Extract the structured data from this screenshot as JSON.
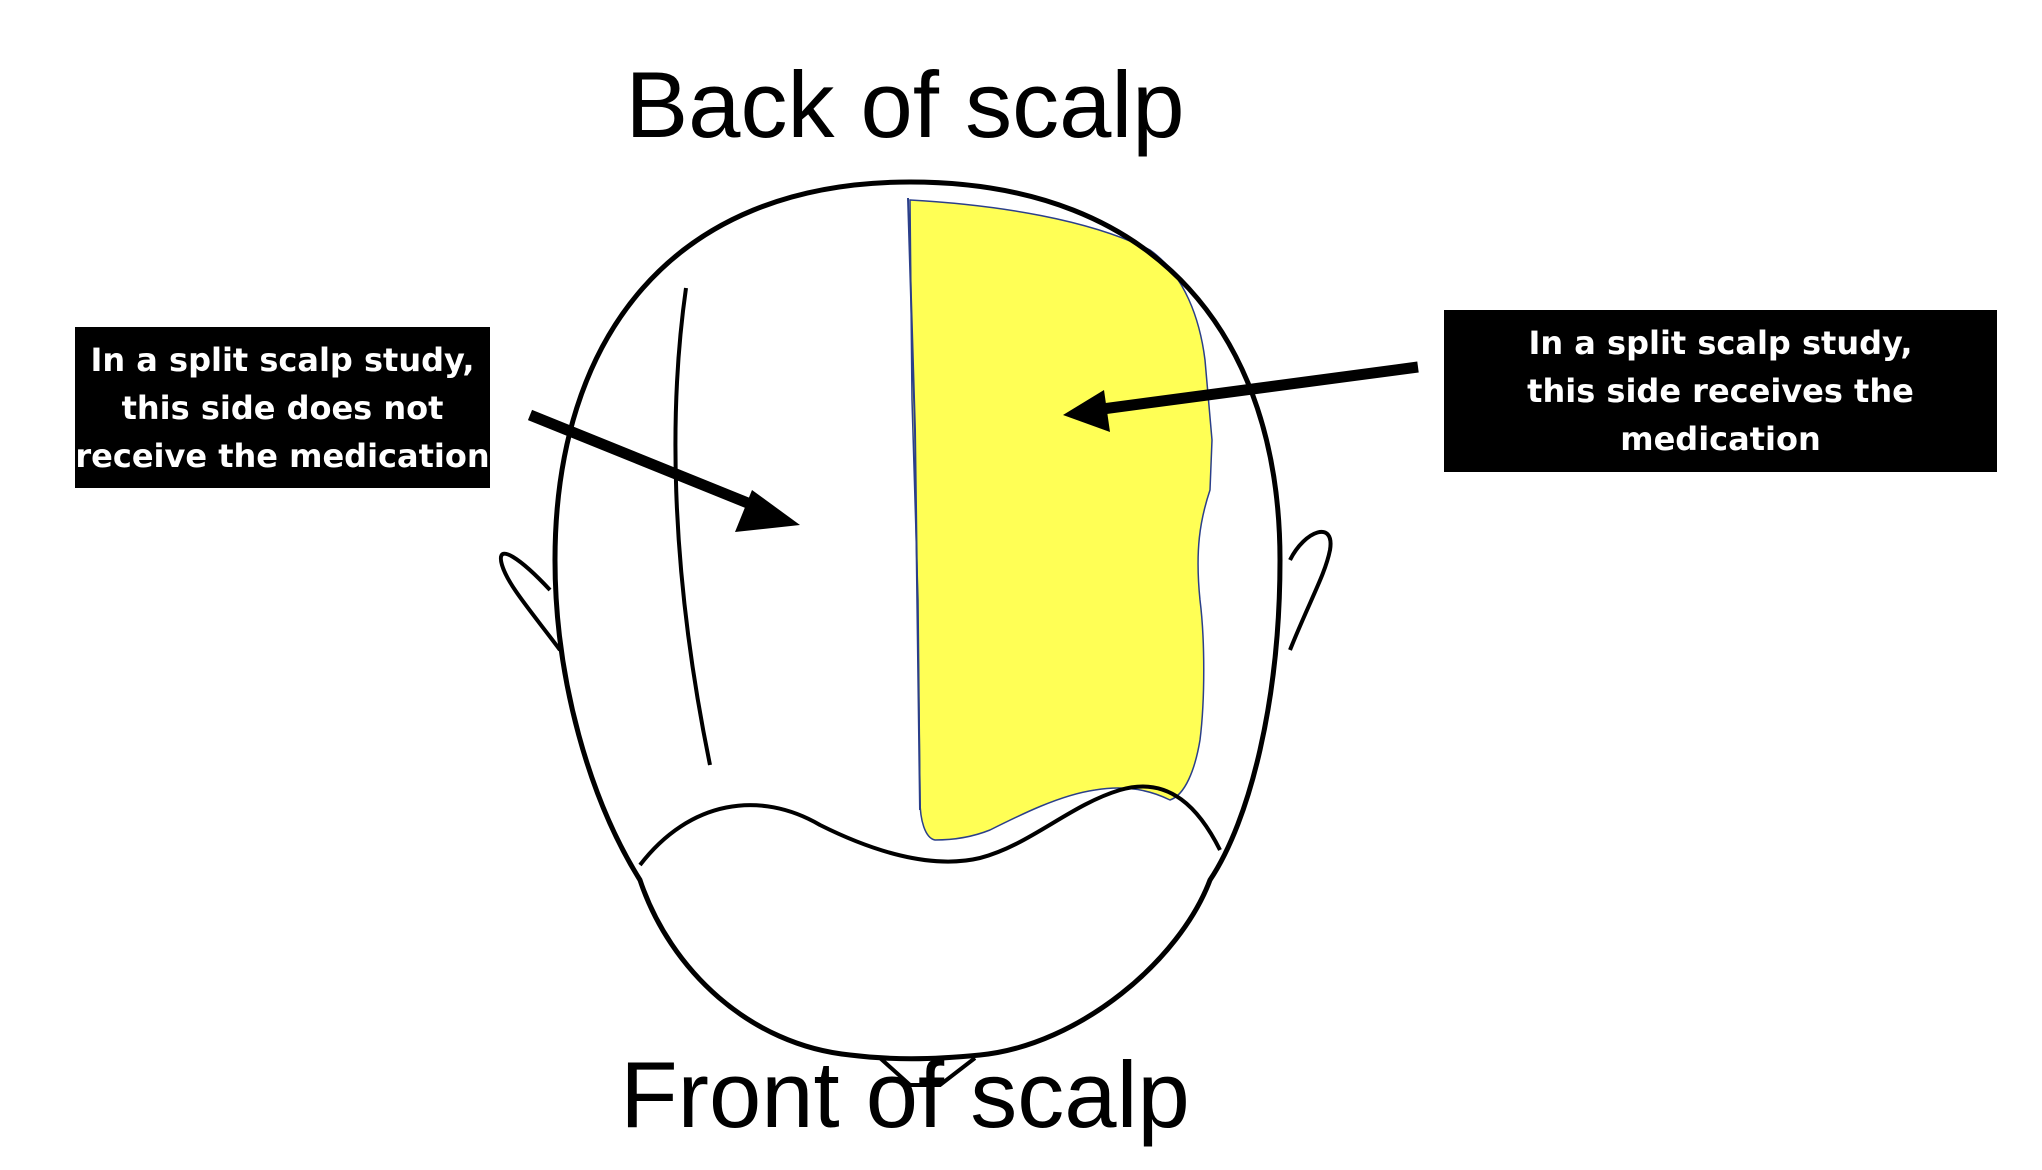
{
  "headings": {
    "top": "Back of scalp",
    "bottom": "Front of scalp"
  },
  "labels": {
    "untreated": {
      "lines": [
        "In a split scalp study,",
        "this side does not",
        "receive the medication"
      ]
    },
    "treated": {
      "lines": [
        "In a split scalp study,",
        "this side receives the",
        "medication"
      ]
    }
  },
  "colors": {
    "treated_fill": "#FFFF55",
    "outline": "#000000",
    "label_background": "#000000",
    "label_text": "#FFFFFF"
  }
}
